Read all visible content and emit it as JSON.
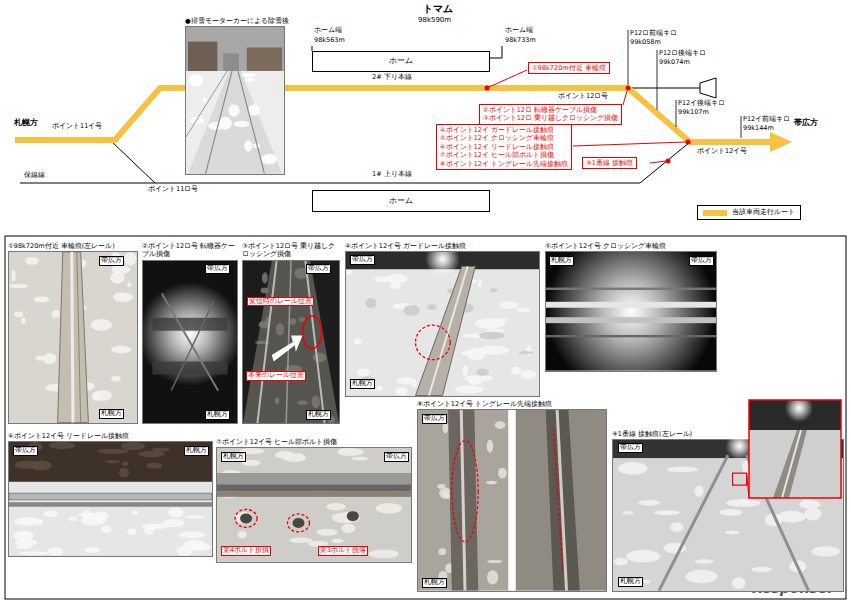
{
  "diagram": {
    "nodes": [
      {
        "text": [
          "ホーム"
        ]
      },
      {
        "text": [
          "ホーム"
        ]
      },
      {
        "text": [
          "①98k720m付近 車輪痕"
        ]
      },
      {
        "text": [
          "②ポイント12ロ 転轍器ケーブル損傷",
          "③ポイント12ロ 乗り越しクロッシング損傷"
        ]
      },
      {
        "text": [
          "④ポイント12イ ガードレール接触痕",
          "⑤ポイント12イ クロッシング車輪痕",
          "⑥ポイント12イ リードレール接触痕",
          "⑦ポイント12イ ヒール部ボルト損傷",
          "⑧ポイント12イ トングレール先端接触痕"
        ]
      },
      {
        "text": [
          "⑨1番線 接触痕"
        ]
      },
      {
        "text": [
          "●排雪モーターカーによる除雪後"
        ]
      },
      {
        "text": [
          "①98k720m付近 車輪痕(左レール)",
          "帯広方",
          "札幌方"
        ]
      },
      {
        "text": [
          "②ポイント12ロ号 転轍器ケーブル損傷",
          "帯広方",
          "札幌方"
        ]
      },
      {
        "text": [
          "③ポイント12ロ号 乗り越しクロッシング損傷",
          "帯広方",
          "札幌方",
          "変位時のレール位置",
          "本来のレール位置"
        ]
      },
      {
        "text": [
          "④ポイント12イ号 ガードレール接触痕",
          "帯広方",
          "札幌方"
        ]
      },
      {
        "text": [
          "⑤ポイント12イ号 クロッシング車輪痕",
          "札幌方",
          "帯広方"
        ]
      },
      {
        "text": [
          "⑥ポイント12イ号 リードレール接触痕",
          "帯広方",
          "札幌方"
        ]
      },
      {
        "text": [
          "⑦ポイント12イ号 ヒール部ボルト損傷",
          "札幌方",
          "帯広方",
          "第4ボルト折損",
          "第3ボルト脱落"
        ]
      },
      {
        "text": [
          "⑧ポイント12イ号 トングレール先端接触痕",
          "帯広方",
          "札幌方"
        ]
      },
      {
        "text": [
          "⑨1番線 接触痕(左レール)",
          "帯広方",
          "札幌方"
        ]
      }
    ],
    "labels": [
      "トマム",
      "98k590m",
      "ホーム端",
      "98k563m",
      "ホーム端",
      "98k733m",
      "2# 下り本線",
      "1# 上り本線",
      "札幌方",
      "帯広方",
      "ポイント11イ号",
      "ポイント11ロ号",
      "保線線",
      "ポイント12ロ号",
      "ポイント12イ号",
      "P12ロ前端キロ",
      "99k058m",
      "P12ロ後端キロ",
      "99k074m",
      "P12イ後端キロ",
      "99k107m",
      "P12イ前端キロ",
      "99k144m",
      "Response."
    ],
    "legend": [
      {
        "text": "当該車両走行ルート",
        "color": "#f5c242"
      }
    ]
  }
}
